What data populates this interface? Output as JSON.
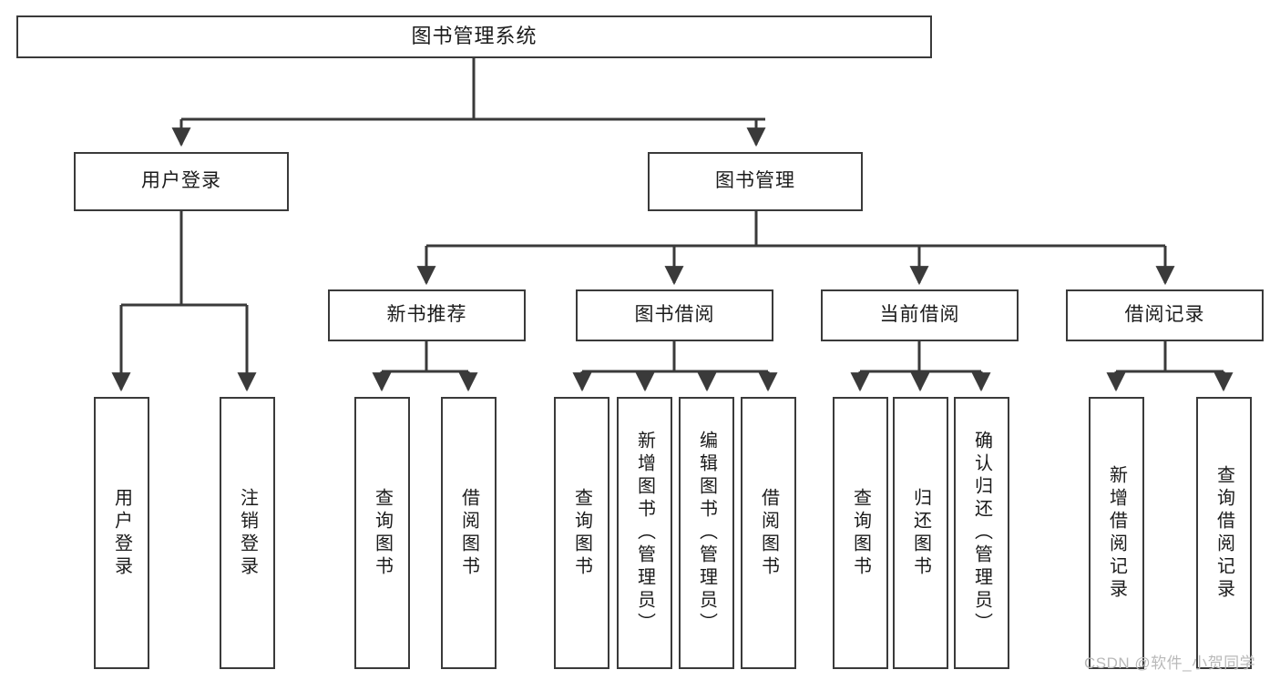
{
  "diagram": {
    "title": "图书管理系统",
    "type": "tree-structure-chart",
    "watermark": "CSDN @软件_小贺同学",
    "colors": {
      "stroke": "#3a3a3a",
      "fill": "#ffffff",
      "text": "#1b1b1b",
      "watermark": "#b9b9b9"
    },
    "root": {
      "label": "图书管理系统"
    },
    "level2": [
      {
        "key": "user-login",
        "label": "用户登录"
      },
      {
        "key": "book-management",
        "label": "图书管理"
      }
    ],
    "level3": [
      {
        "key": "new-book-recommend",
        "label": "新书推荐"
      },
      {
        "key": "book-borrow",
        "label": "图书借阅"
      },
      {
        "key": "current-borrow",
        "label": "当前借阅"
      },
      {
        "key": "borrow-record",
        "label": "借阅记录"
      }
    ],
    "leaves": {
      "user-login": [
        {
          "key": "user-login-leaf",
          "label": "用户登录"
        },
        {
          "key": "user-logout-leaf",
          "label": "注销登录"
        }
      ],
      "new-book-recommend": [
        {
          "key": "query-book-1",
          "label": "查询图书"
        },
        {
          "key": "borrow-book-1",
          "label": "借阅图书"
        }
      ],
      "book-borrow": [
        {
          "key": "query-book-2",
          "label": "查询图书"
        },
        {
          "key": "add-book-admin",
          "label": "新增图书（管理员）"
        },
        {
          "key": "edit-book-admin",
          "label": "编辑图书（管理员）"
        },
        {
          "key": "borrow-book-2",
          "label": "借阅图书"
        }
      ],
      "current-borrow": [
        {
          "key": "query-book-3",
          "label": "查询图书"
        },
        {
          "key": "return-book",
          "label": "归还图书"
        },
        {
          "key": "confirm-return-admin",
          "label": "确认归还（管理员）"
        }
      ],
      "borrow-record": [
        {
          "key": "add-borrow-record",
          "label": "新增借阅记录"
        },
        {
          "key": "query-borrow-record",
          "label": "查询借阅记录"
        }
      ]
    }
  }
}
